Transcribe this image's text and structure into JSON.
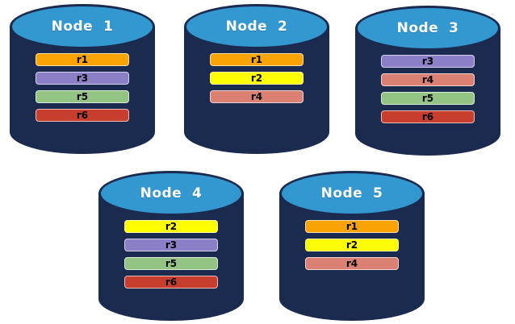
{
  "diagram": {
    "background_color": "#FFFFFF",
    "node_body_color": "#1B2A4F",
    "node_top_color": "#3398D0",
    "node_title_color": "#FFFFFF",
    "replica_label_color": "#000000"
  },
  "replica_colors": {
    "r1": "#FAA305",
    "r2": "#FFFF00",
    "r3": "#8B7FC7",
    "r4": "#DB8173",
    "r5": "#94C484",
    "r6": "#C73E2E"
  },
  "nodes": [
    {
      "id": "node-1",
      "label": "Node  1",
      "replicas": [
        "r1",
        "r3",
        "r5",
        "r6"
      ]
    },
    {
      "id": "node-2",
      "label": "Node  2",
      "replicas": [
        "r1",
        "r2",
        "r4"
      ]
    },
    {
      "id": "node-3",
      "label": "Node  3",
      "replicas": [
        "r3",
        "r4",
        "r5",
        "r6"
      ]
    },
    {
      "id": "node-4",
      "label": "Node  4",
      "replicas": [
        "r2",
        "r3",
        "r5",
        "r6"
      ]
    },
    {
      "id": "node-5",
      "label": "Node  5",
      "replicas": [
        "r1",
        "r2",
        "r4"
      ]
    }
  ]
}
